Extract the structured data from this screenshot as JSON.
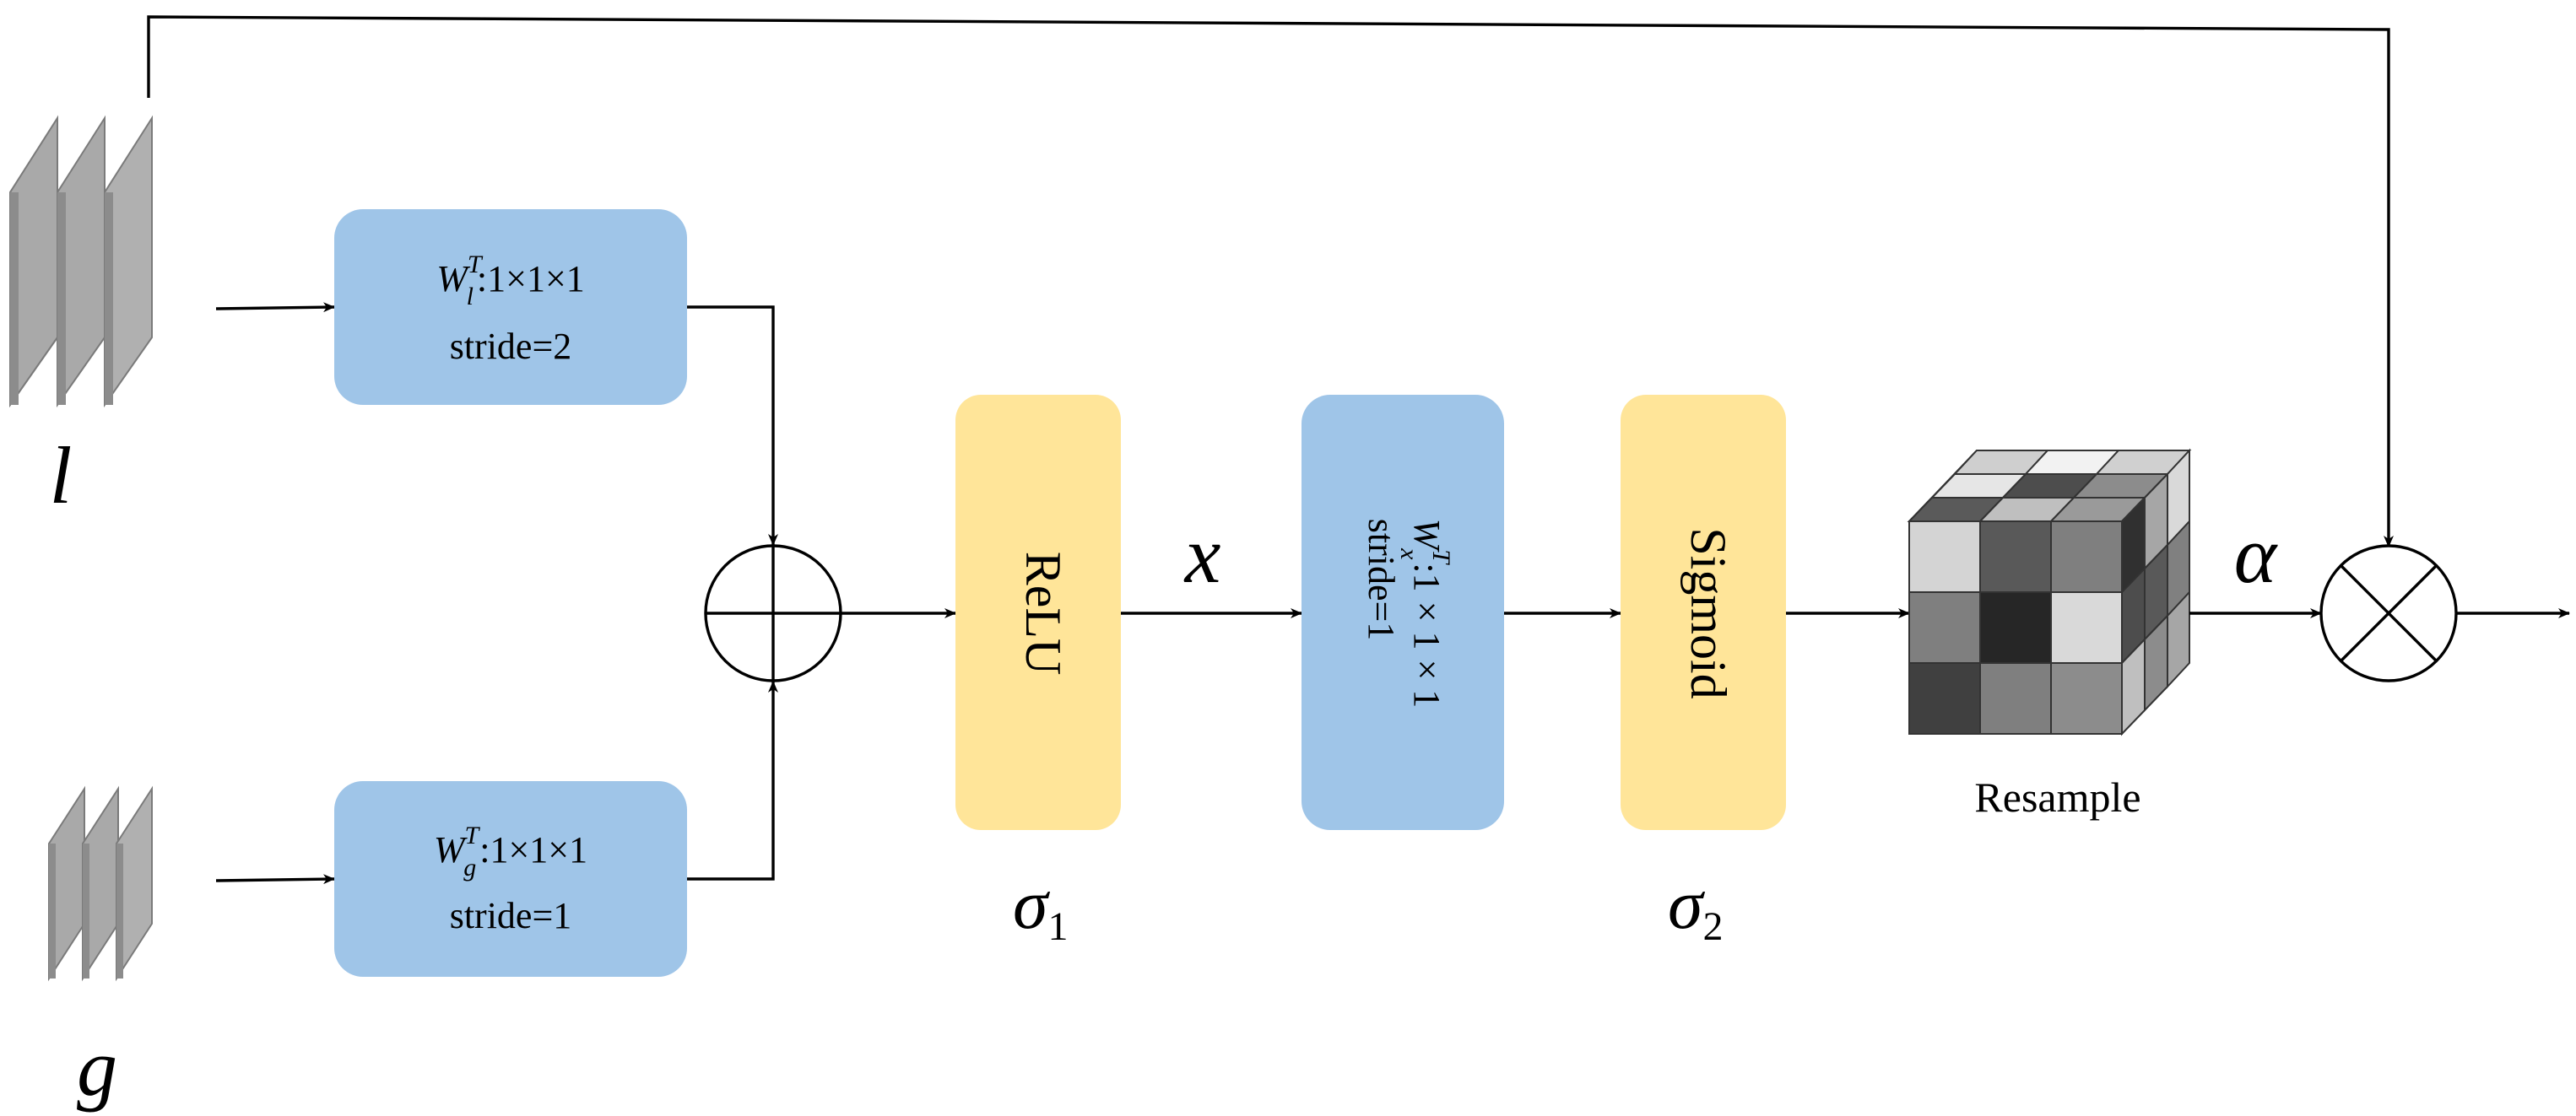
{
  "inputs": {
    "l_label": "l",
    "g_label": "g"
  },
  "conv_l": {
    "weight": "W",
    "sup": "T",
    "sub": "l",
    "kernel": ":1×1×1",
    "stride": "stride=2"
  },
  "conv_g": {
    "weight": "W",
    "sup": "T",
    "sub": "g",
    "kernel": ":1×1×1",
    "stride": "stride=1"
  },
  "relu": {
    "label": "ReLU",
    "sigma": "σ",
    "sigma_sub": "1"
  },
  "x_label": "x",
  "conv_x": {
    "weight": "W",
    "sup": "T",
    "sub": "x",
    "kernel": ":1 × 1 × 1",
    "stride": "stride=1"
  },
  "sigmoid": {
    "label": "Sigmoid",
    "sigma": "σ",
    "sigma_sub": "2"
  },
  "resample": {
    "label": "Resample"
  },
  "alpha_label": "α",
  "colors": {
    "conv_box": "#9fc5e8",
    "activation_box": "#ffe599",
    "feature_map": "#a6a6a6",
    "line": "#000000"
  }
}
